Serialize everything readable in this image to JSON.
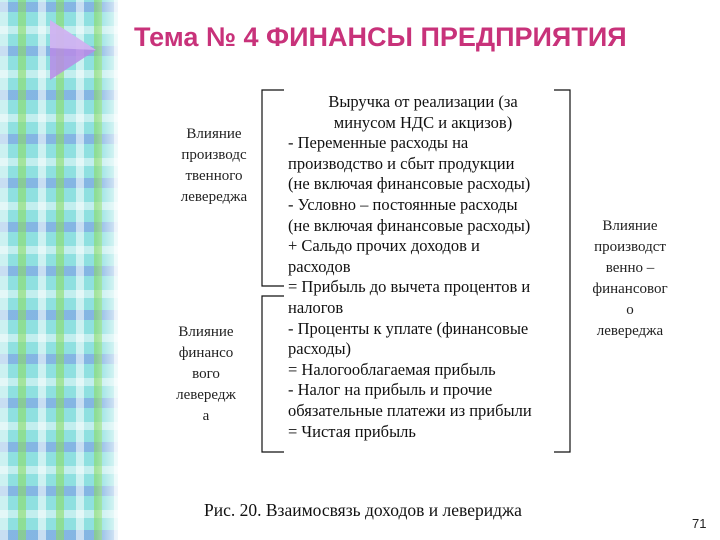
{
  "title": "Тема № 4 ФИНАНСЫ ПРЕДПРИЯТИЯ",
  "left_top_label": [
    "Влияние",
    "производс",
    "твенного",
    "левереджа"
  ],
  "left_bottom_label": [
    "Влияние",
    "финансо",
    "вого",
    "левередж",
    "а"
  ],
  "right_label": [
    "Влияние",
    "производст",
    "венно –",
    "финансовог",
    "о",
    "левереджа"
  ],
  "main_lines": [
    "Выручка от реализации (за",
    "минусом НДС и акцизов)",
    "- Переменные расходы на",
    "производство и сбыт продукции",
    "(не включая финансовые расходы)",
    "- Условно – постоянные расходы",
    "(не включая финансовые расходы)",
    "+ Сальдо прочих доходов и",
    "расходов",
    "= Прибыль до вычета процентов и",
    "налогов",
    "- Проценты к уплате (финансовые",
    "расходы)",
    "= Налогооблагаемая прибыль",
    "- Налог на прибыль и прочие",
    "обязательные платежи из прибыли",
    "= Чистая прибыль"
  ],
  "caption": "Рис. 20. Взаимосвязь доходов и левериджа",
  "page_number": "71",
  "colors": {
    "title": "#c8327a",
    "triangle": "#b98be6",
    "strip": "#8fe0e0"
  }
}
